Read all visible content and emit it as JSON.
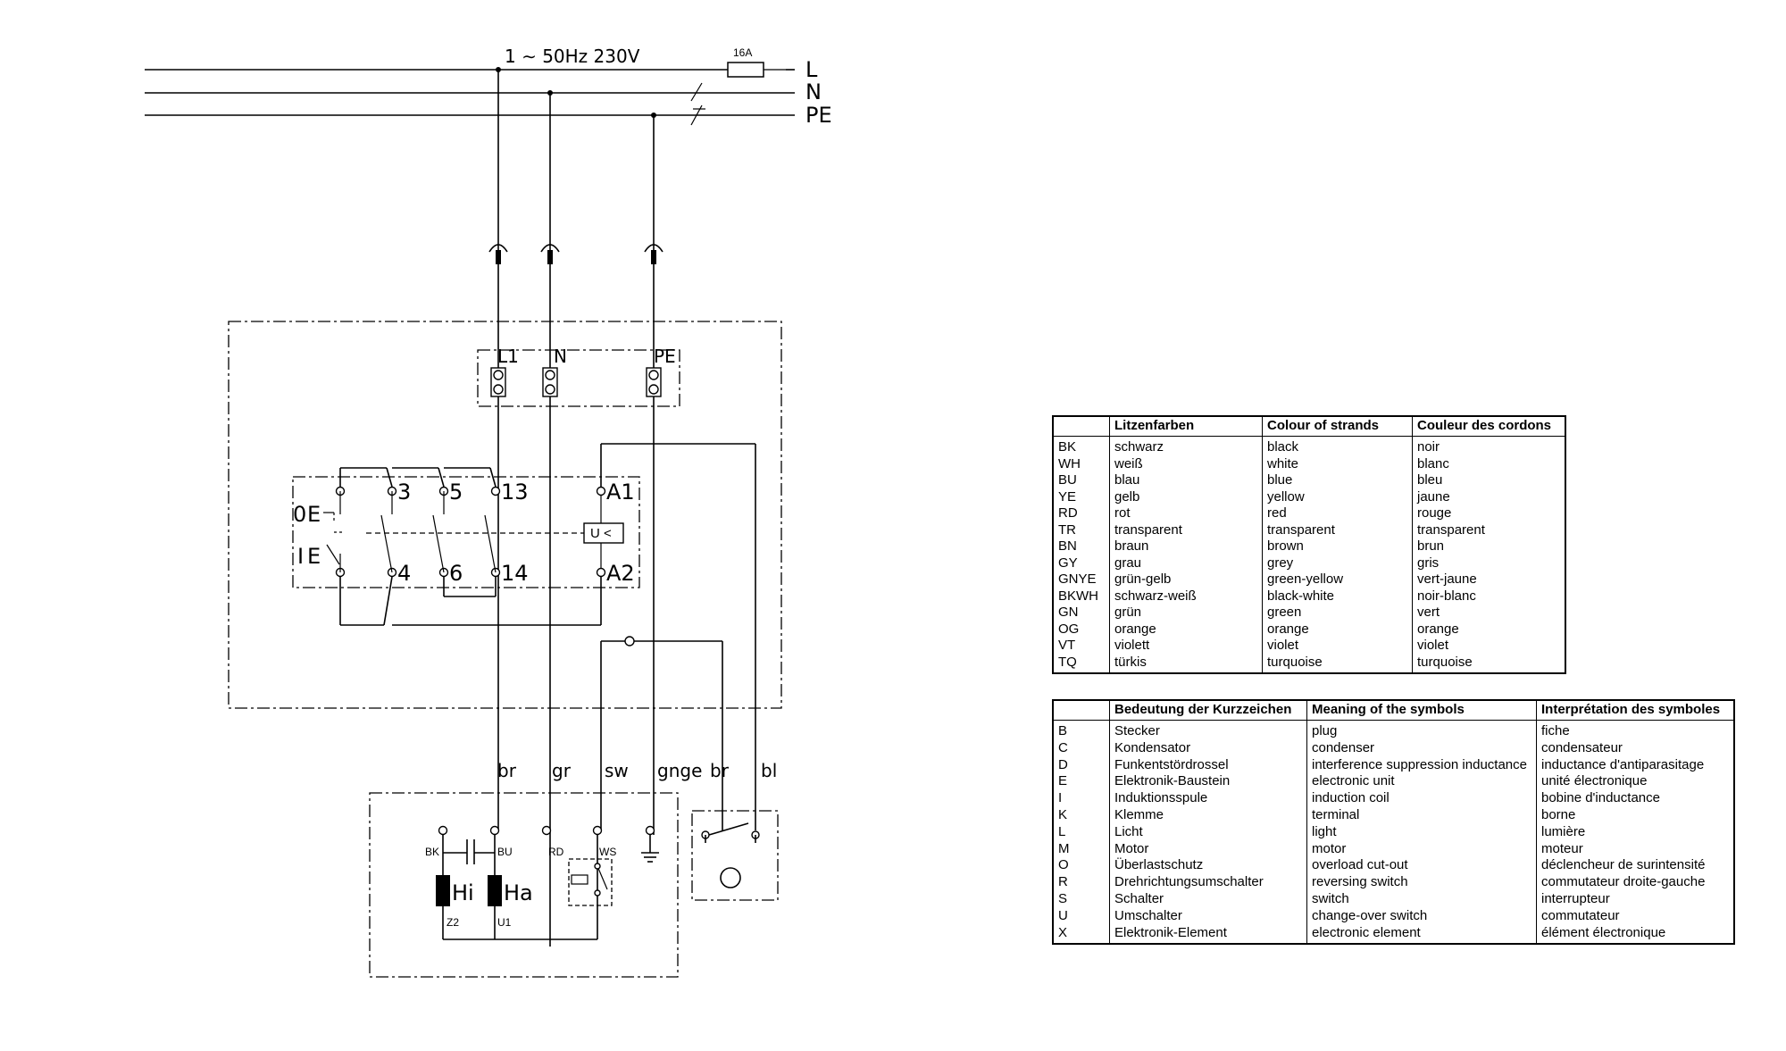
{
  "supply": {
    "spec": "1 ∼ 50Hz  230V",
    "fuse": "16A",
    "lines": [
      "L",
      "N",
      "PE"
    ]
  },
  "terminals": [
    "L1",
    "N",
    "PE"
  ],
  "switch": {
    "off": "0",
    "on": "I",
    "top_contacts": [
      "3",
      "5",
      "13"
    ],
    "bottom_contacts": [
      "4",
      "6",
      "14"
    ],
    "coil_top": "A1",
    "coil_bottom": "A2",
    "undervoltage": "U <"
  },
  "wire_colors": [
    "br",
    "gr",
    "sw",
    "gnge",
    "br",
    "bl"
  ],
  "motor": {
    "wire_codes": [
      "BK",
      "BU",
      "RD",
      "WS"
    ],
    "windings": [
      "Hi",
      "Ha"
    ],
    "winding_codes": [
      "Z2",
      "U1"
    ]
  },
  "strand_table": {
    "headers": [
      "",
      "Litzenfarben",
      "Colour of strands",
      "Couleur des cordons"
    ],
    "rows": [
      [
        "BK",
        "schwarz",
        "black",
        "noir"
      ],
      [
        "WH",
        "weiß",
        "white",
        "blanc"
      ],
      [
        "BU",
        "blau",
        "blue",
        "bleu"
      ],
      [
        "YE",
        "gelb",
        "yellow",
        "jaune"
      ],
      [
        "RD",
        "rot",
        "red",
        "rouge"
      ],
      [
        "TR",
        "transparent",
        "transparent",
        "transparent"
      ],
      [
        "BN",
        "braun",
        "brown",
        "brun"
      ],
      [
        "GY",
        "grau",
        "grey",
        "gris"
      ],
      [
        "GNYE",
        "grün-gelb",
        "green-yellow",
        "vert-jaune"
      ],
      [
        "BKWH",
        "schwarz-weiß",
        "black-white",
        "noir-blanc"
      ],
      [
        "GN",
        "grün",
        "green",
        "vert"
      ],
      [
        "OG",
        "orange",
        "orange",
        "orange"
      ],
      [
        "VT",
        "violett",
        "violet",
        "violet"
      ],
      [
        "TQ",
        "türkis",
        "turquoise",
        "turquoise"
      ]
    ]
  },
  "symbol_table": {
    "headers": [
      "",
      "Bedeutung der Kurzzeichen",
      "Meaning of the symbols",
      "Interprétation des symboles"
    ],
    "rows": [
      [
        "B",
        "Stecker",
        "plug",
        "fiche"
      ],
      [
        "C",
        "Kondensator",
        "condenser",
        "condensateur"
      ],
      [
        "D",
        "Funkentstördrossel",
        "interference suppression inductance",
        "inductance d'antiparasitage"
      ],
      [
        "E",
        "Elektronik-Baustein",
        "electronic unit",
        "unité électronique"
      ],
      [
        "I",
        "Induktionsspule",
        "induction coil",
        "bobine d'inductance"
      ],
      [
        "K",
        "Klemme",
        "terminal",
        "borne"
      ],
      [
        "L",
        "Licht",
        "light",
        "lumière"
      ],
      [
        "M",
        "Motor",
        "motor",
        "moteur"
      ],
      [
        "O",
        "Überlastschutz",
        "overload cut-out",
        "déclencheur de surintensité"
      ],
      [
        "R",
        "Drehrichtungsumschalter",
        "reversing switch",
        "commutateur droite-gauche"
      ],
      [
        "S",
        "Schalter",
        "switch",
        "interrupteur"
      ],
      [
        "U",
        "Umschalter",
        "change-over switch",
        "commutateur"
      ],
      [
        "X",
        "Elektronik-Element",
        "electronic element",
        "élément électronique"
      ]
    ]
  }
}
